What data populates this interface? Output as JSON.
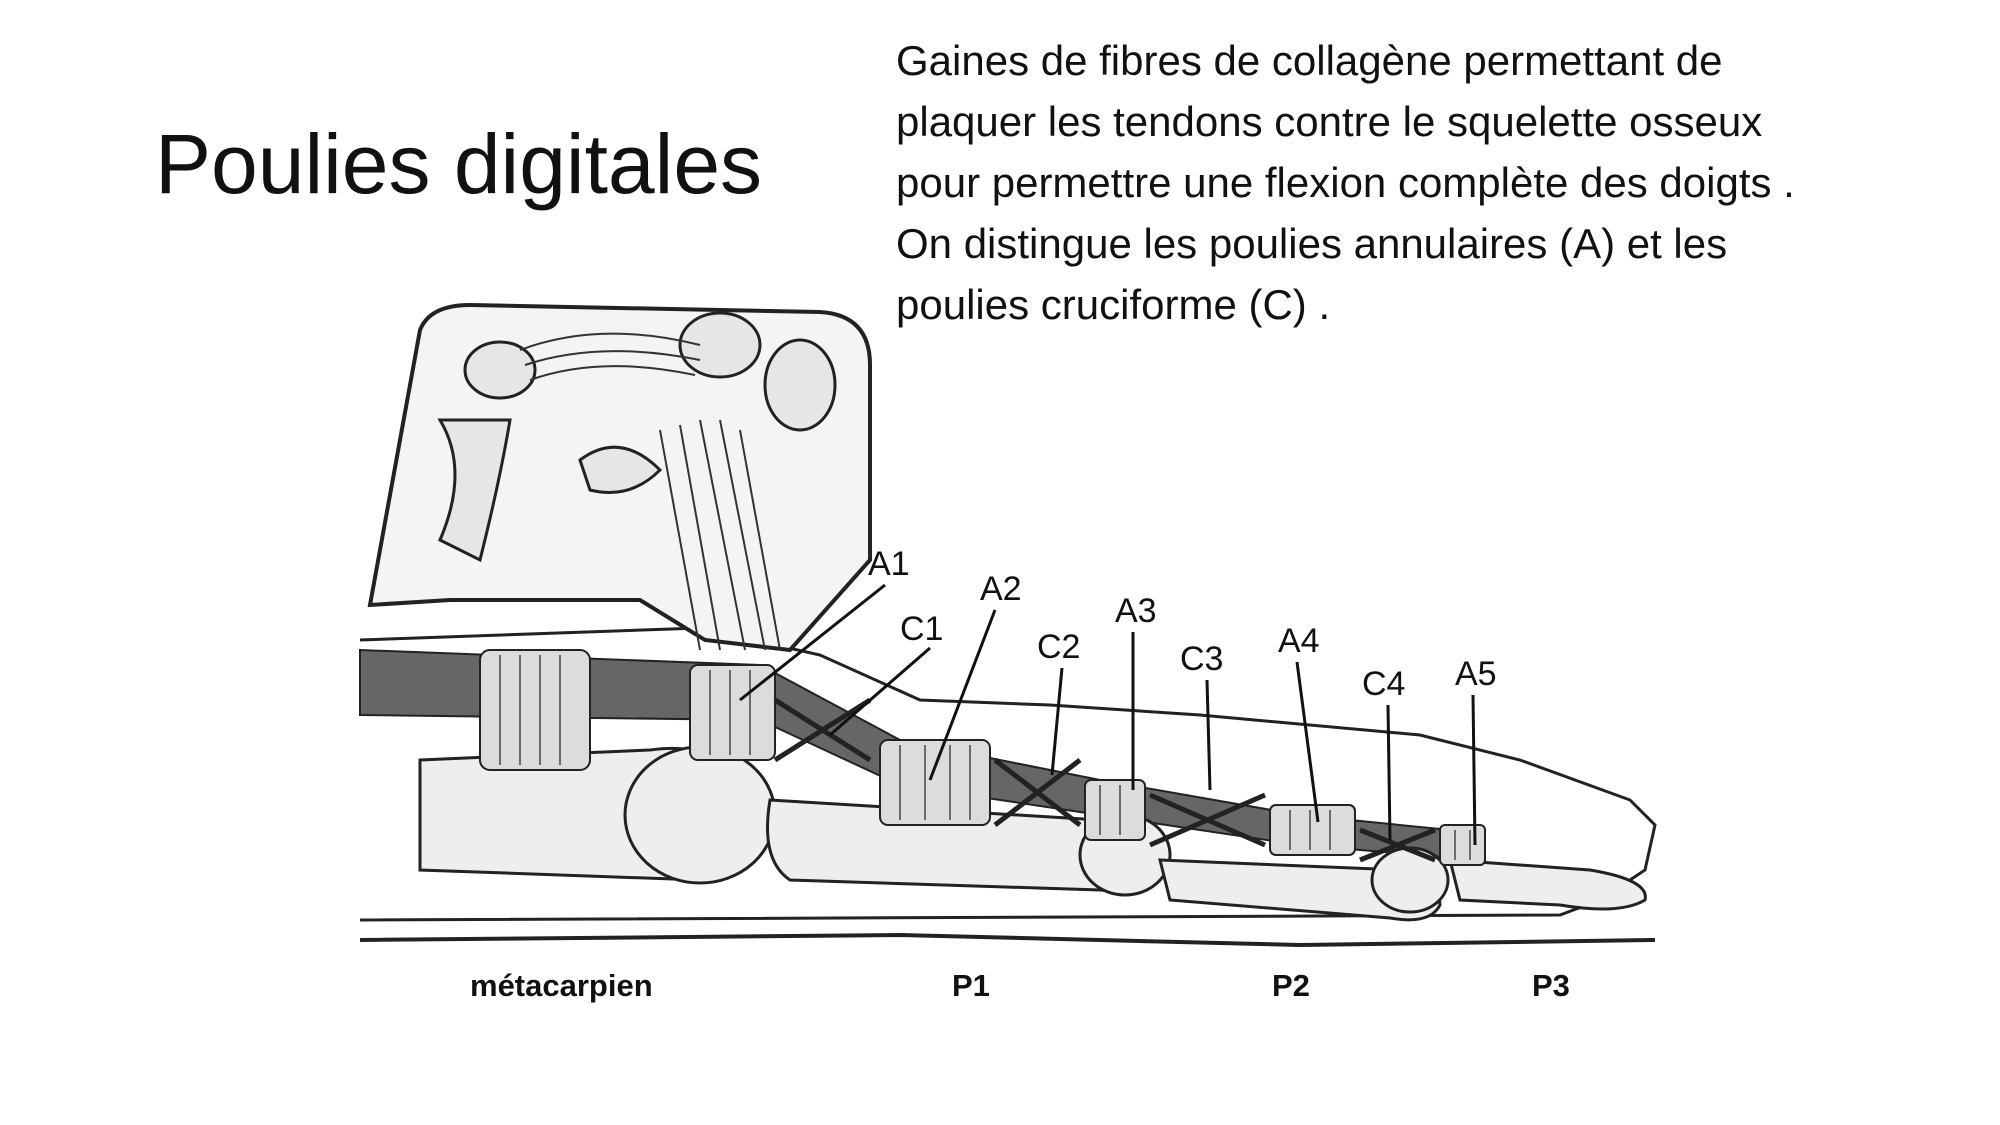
{
  "slide": {
    "title": "Poulies digitales",
    "description_lines": [
      "Gaines de fibres de collagène permettant de",
      "plaquer les tendons contre le squelette osseux",
      "pour permettre une flexion complète des doigts .",
      "On distingue les poulies annulaires (A) et les",
      "poulies cruciforme (C) ."
    ]
  },
  "diagram": {
    "pulley_labels": [
      "A1",
      "C1",
      "A2",
      "C2",
      "A3",
      "C3",
      "A4",
      "C4",
      "A5"
    ],
    "bone_labels": [
      "métacarpien",
      "P1",
      "P2",
      "P3"
    ]
  }
}
